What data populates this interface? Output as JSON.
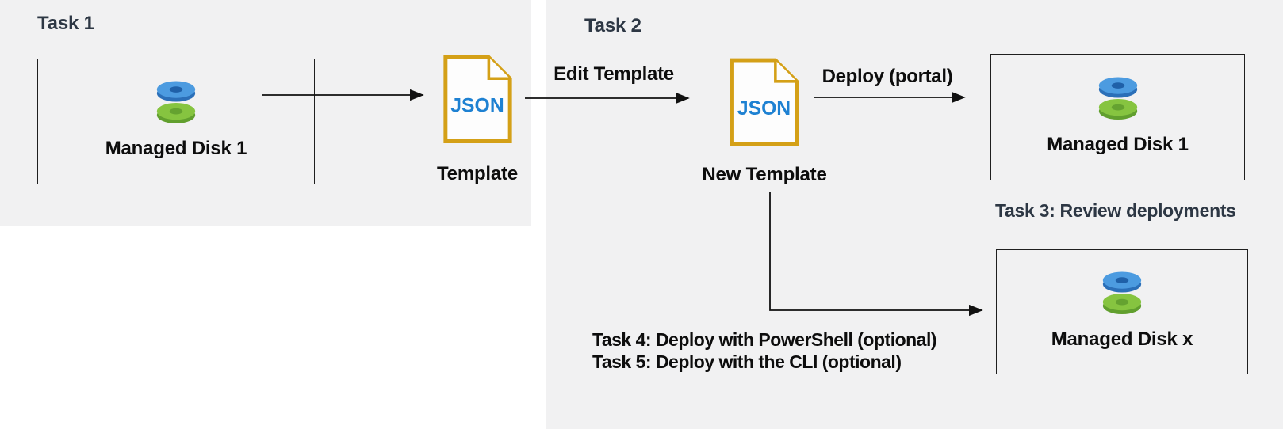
{
  "panels": {
    "task1": {
      "title": "Task 1"
    },
    "task2": {
      "title": "Task 2"
    }
  },
  "nodes": {
    "managed_disk_1_left": {
      "label": "Managed Disk 1"
    },
    "managed_disk_1_right": {
      "label": "Managed Disk 1"
    },
    "managed_disk_x": {
      "label": "Managed Disk x"
    },
    "template": {
      "file_text": "JSON",
      "caption": "Template"
    },
    "new_template": {
      "file_text": "JSON",
      "caption": "New Template"
    }
  },
  "arrows": {
    "edit_template": {
      "label": "Edit Template"
    },
    "deploy_portal": {
      "label": "Deploy (portal)"
    }
  },
  "annotations": {
    "task3": "Task 3: Review deployments",
    "task4": "Task 4: Deploy with PowerShell (optional)",
    "task5": "Task 5: Deploy with the CLI (optional)"
  },
  "colors": {
    "panel_background": "#f1f1f2",
    "task_heading_text": "#2d3744",
    "body_text": "#0d0d0d",
    "file_outline_gold": "#d4a017",
    "json_text_blue": "#1e81d2",
    "disk_blue_top": "#4c9be0",
    "disk_blue_side": "#2b6fb8",
    "disk_green_top": "#86c440",
    "disk_green_side": "#619f2e",
    "arrow_stroke": "#111111"
  }
}
